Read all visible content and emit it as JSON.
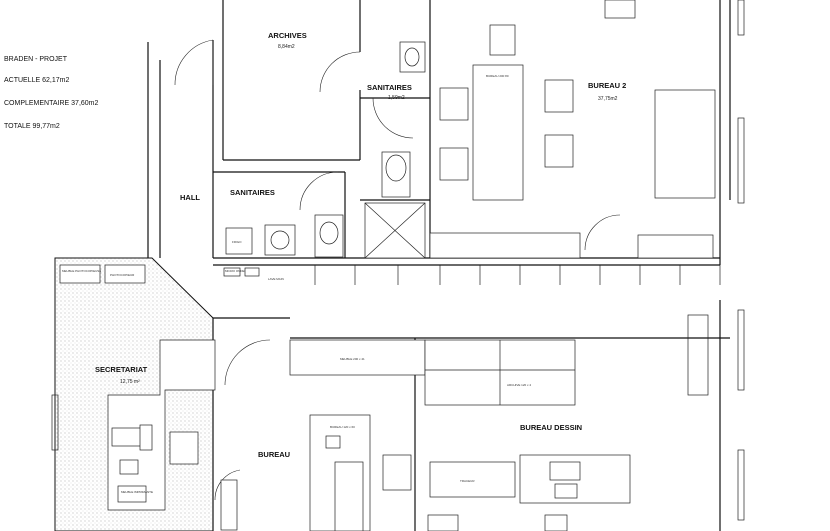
{
  "legend": {
    "project": "BRADEN - PROJET",
    "actuelle": "ACTUELLE 62,17m2",
    "complementaire": "COMPLEMENTAIRE 37,60m2",
    "totale": "TOTALE 99,77m2"
  },
  "rooms": {
    "archives": {
      "name": "ARCHIVES",
      "area": "8,84m2"
    },
    "sanitaires_top": {
      "name": "SANITAIRES",
      "area": "1,59m2"
    },
    "sanitaires_hall": {
      "name": "SANITAIRES"
    },
    "bureau2": {
      "name": "BUREAU 2",
      "area": "37,75m2"
    },
    "hall": {
      "name": "HALL"
    },
    "secretariat": {
      "name": "SECRETARIAT",
      "area": "12,75 m²"
    },
    "bureau": {
      "name": "BUREAU"
    },
    "bureau_dessin": {
      "name": "BUREAU DESSIN"
    }
  },
  "furniture": {
    "bureau_200": "BUREAU 200 80",
    "meuble_200": "MEUBLE 200 x 41",
    "archive_120": "ARCHIVE 120 x 4",
    "bureau_120": "BUREAU 120 x 60",
    "traceur": "TRACEUR",
    "meuble_photocopieuse": "MEUBLE PHOTOCOPIEUSE",
    "photocopieur": "PHOTOCOPIEUR",
    "meuble_imprimante": "MEUBLE IMPRIMANTE",
    "frigo": "FRIGO",
    "micro_ondes": "MICRO ONDES",
    "lave_main": "LAVE MAIN"
  },
  "colors": {
    "hatch": "#9a9a9a",
    "walls": "#111111"
  }
}
